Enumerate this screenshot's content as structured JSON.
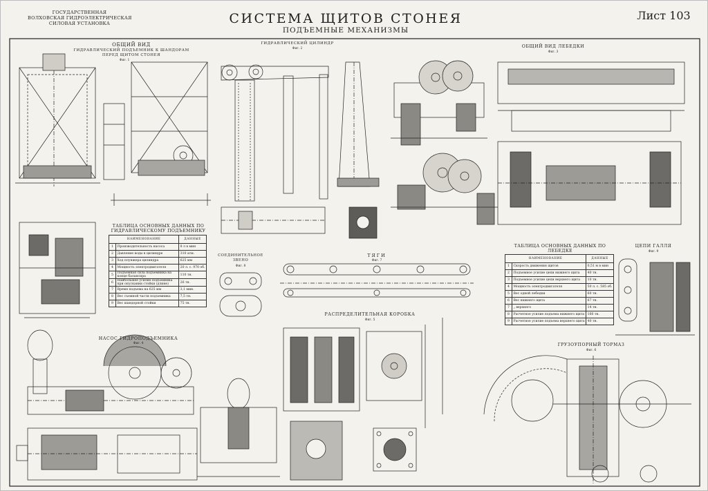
{
  "header": {
    "org_lines": [
      "ГОСУДАРСТВЕННАЯ",
      "ВОЛХОВСКАЯ ГИДРОЭЛЕКТРИЧЕСКАЯ",
      "СИЛОВАЯ УСТАНОВКА"
    ],
    "title": "СИСТЕМА ЩИТОВ СТОНЕЯ",
    "subtitle": "ПОДЪЕМНЫЕ МЕХАНИЗМЫ",
    "sheet": "Лист 103"
  },
  "figures": {
    "fig1": {
      "title": "ОБЩИЙ ВИД",
      "subtitle": "ГИДРАВЛИЧЕСКИЙ ПОДЪЕМНИК К ШАНДОРАМ ПЕРЕД ЩИТОМ СТОНЕЯ",
      "fig": "Фиг. 1"
    },
    "fig2": {
      "title": "ГИДРАВЛИЧЕСКИЙ ЦИЛИНДР",
      "fig": "Фиг. 2"
    },
    "fig3": {
      "title": "ОБЩИЙ ВИД ЛЕБЕДКИ",
      "fig": "Фиг. 3"
    },
    "fig4": {
      "title": "НАСОС ГИДРОПОДЪЕМНИКА",
      "fig": "Фиг. 4"
    },
    "fig5": {
      "title": "РАСПРЕДЕЛИТЕЛЬНАЯ КОРОБКА",
      "fig": "Фиг. 5"
    },
    "fig6": {
      "title": "ГРУЗОУПОРНЫЙ ТОРМАЗ",
      "fig": "Фиг. 6"
    },
    "fig7": {
      "title": "ТЯГИ",
      "fig": "Фиг. 7"
    },
    "fig8": {
      "title": "СОЕДИНИТЕЛЬНОЕ ЗВЕНО",
      "fig": "Фиг. 8"
    },
    "fig9": {
      "title": "ЦЕПИ ГАЛЛЯ",
      "fig": "Фиг. 9"
    }
  },
  "table_hydraulic": {
    "title": "ТАБЛИЦА ОСНОВНЫХ ДАННЫХ ПО ГИДРАВЛИЧЕСКОМУ ПОДЪЕМНИКУ",
    "col_name": "НАИМЕНОВАНИЕ",
    "col_data": "ДАННЫЕ",
    "rows": [
      {
        "n": "1",
        "name": "Производительность насоса",
        "value": "8 л в мин"
      },
      {
        "n": "2",
        "name": "Давление воды в цилиндре",
        "value": "310 атм."
      },
      {
        "n": "3",
        "name": "Ход плунжера цилиндра",
        "value": "625 мм"
      },
      {
        "n": "4",
        "name": "Мощность электродвигателя",
        "value": "20 л. с. 970 об."
      },
      {
        "n": "5",
        "name": "Подъемная сила подъемника на конце балансира",
        "value": "110 тн."
      },
      {
        "n": "6",
        "name": "Наибольшее усилие подъемника при опускании стойки (длине)",
        "value": "26 тн."
      },
      {
        "n": "7",
        "name": "Время подъема на 625 мм",
        "value": "3,1 мин."
      },
      {
        "n": "8",
        "name": "Вес съемной части подъемника",
        "value": "7,5 тн."
      },
      {
        "n": "9",
        "name": "Вес шандорной стойки",
        "value": "75 тн."
      }
    ]
  },
  "table_winch": {
    "title": "ТАБЛИЦА ОСНОВНЫХ ДАННЫХ ПО ЛЕБЕДКЕ",
    "col_name": "НАИМЕНОВАНИЕ",
    "col_data": "ДАННЫЕ",
    "rows": [
      {
        "n": "1",
        "name": "Скорость движения щитов",
        "value": "0,51 м в мин"
      },
      {
        "n": "2",
        "name": "Подъемное усилие цепи нижнего щита",
        "value": "40 тн."
      },
      {
        "n": "3",
        "name": "Подъемное усилие цепи верхнего щита",
        "value": "10 тн."
      },
      {
        "n": "4",
        "name": "Мощность электродвигателя",
        "value": "50 л. с. 585 об."
      },
      {
        "n": "5",
        "name": "Вес одной лебедки",
        "value": "60 тн."
      },
      {
        "n": "6",
        "name": "Вес нижнего щита",
        "value": "67 тн."
      },
      {
        "n": "7",
        "name": "„ верхнего",
        "value": "14 тн."
      },
      {
        "n": "8",
        "name": "Расчетное усилие подъема нижнего щита",
        "value": "160 тн."
      },
      {
        "n": "9",
        "name": "Расчетное усилие подъема верхнего щита",
        "value": "40 тн."
      }
    ]
  },
  "colors": {
    "paper": "#f4f2ec",
    "ink": "#1e1e1e"
  }
}
